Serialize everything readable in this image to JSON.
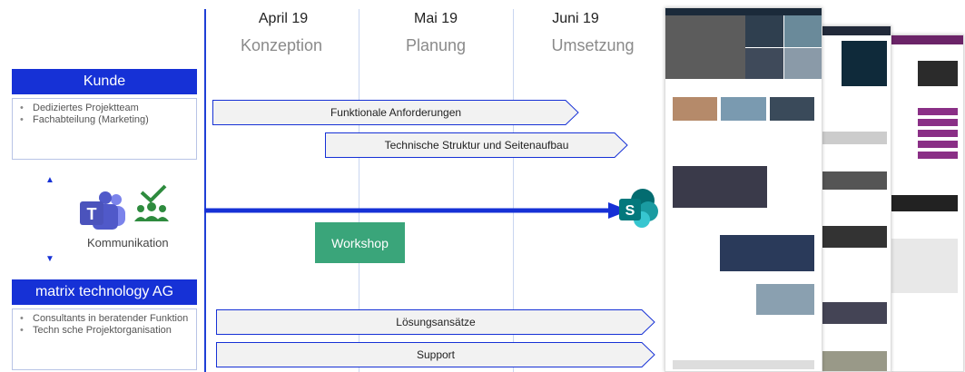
{
  "months": [
    "April 19",
    "Mai 19",
    "Juni 19"
  ],
  "phases": [
    "Konzeption",
    "Planung",
    "Umsetzung"
  ],
  "kunde": {
    "title": "Kunde",
    "items": [
      "Dediziertes Projektteam",
      "Fachabteilung (Marketing)"
    ]
  },
  "communication": {
    "label": "Kommunikation"
  },
  "matrix": {
    "title": "matrix technology AG",
    "items": [
      "Consultants in beratender Funktion",
      "Techn sche Projektorganisation"
    ]
  },
  "bars": {
    "functional": "Funktionale Anforderungen",
    "technical": "Technische Struktur und Seitenaufbau",
    "solutions": "Lösungsansätze",
    "support": "Support"
  },
  "workshop": {
    "label": "Workshop"
  },
  "colors": {
    "primary": "#1631d6",
    "workshop": "#3aa57a",
    "teams": "#5059c9",
    "sharepoint": "#038387",
    "check": "#2e8b3e"
  }
}
